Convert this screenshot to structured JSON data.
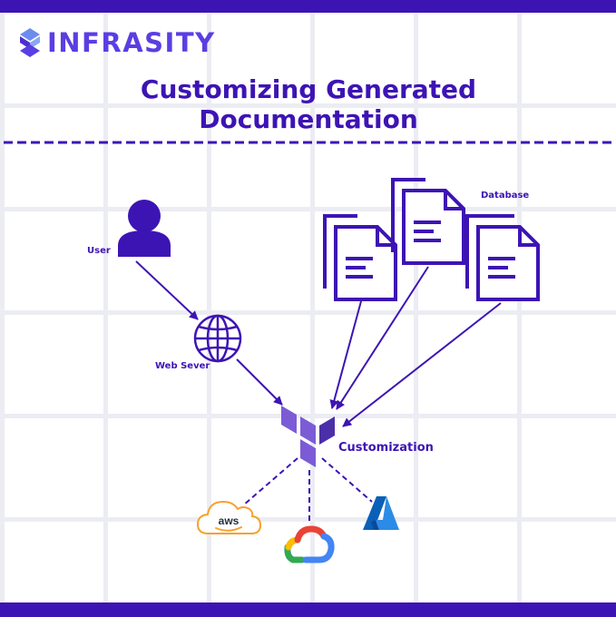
{
  "header": {
    "brand": "INFRASITY",
    "title_line1": "Customizing Generated",
    "title_line2": "Documentation"
  },
  "diagram": {
    "labels": {
      "user": "User",
      "web_server": "Web Sever",
      "database": "Database",
      "customization": "Customization"
    },
    "cloud_badges": {
      "aws": "aws"
    },
    "icons": {
      "user": "user-icon",
      "web_server": "globe-icon",
      "database": "document-stack-icon",
      "customization": "terraform-logo-icon",
      "providers": [
        "aws-logo-icon",
        "google-cloud-logo-icon",
        "azure-logo-icon"
      ]
    }
  },
  "colors": {
    "primary": "#3d14b4",
    "brand": "#5b3ee3",
    "accent": "#7b5cd6",
    "aws_orange": "#f6a22d"
  }
}
